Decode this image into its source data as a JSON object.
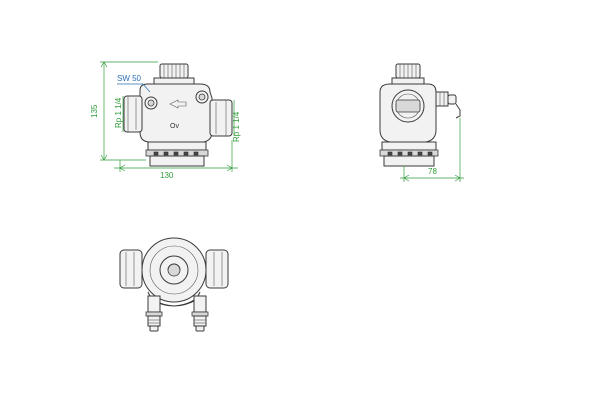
{
  "front_view": {
    "wrench_size": "SW 50",
    "height_dim": "135",
    "width_dim": "130",
    "thread_left": "Rp 1 1/4",
    "thread_right": "Rp 1 1/4",
    "body_mark": "Ov"
  },
  "side_view": {
    "depth_dim": "78"
  },
  "colors": {
    "dimension": "#2e9c3a",
    "annotation": "#2a6fb5",
    "outline": "#3a3a3a"
  }
}
